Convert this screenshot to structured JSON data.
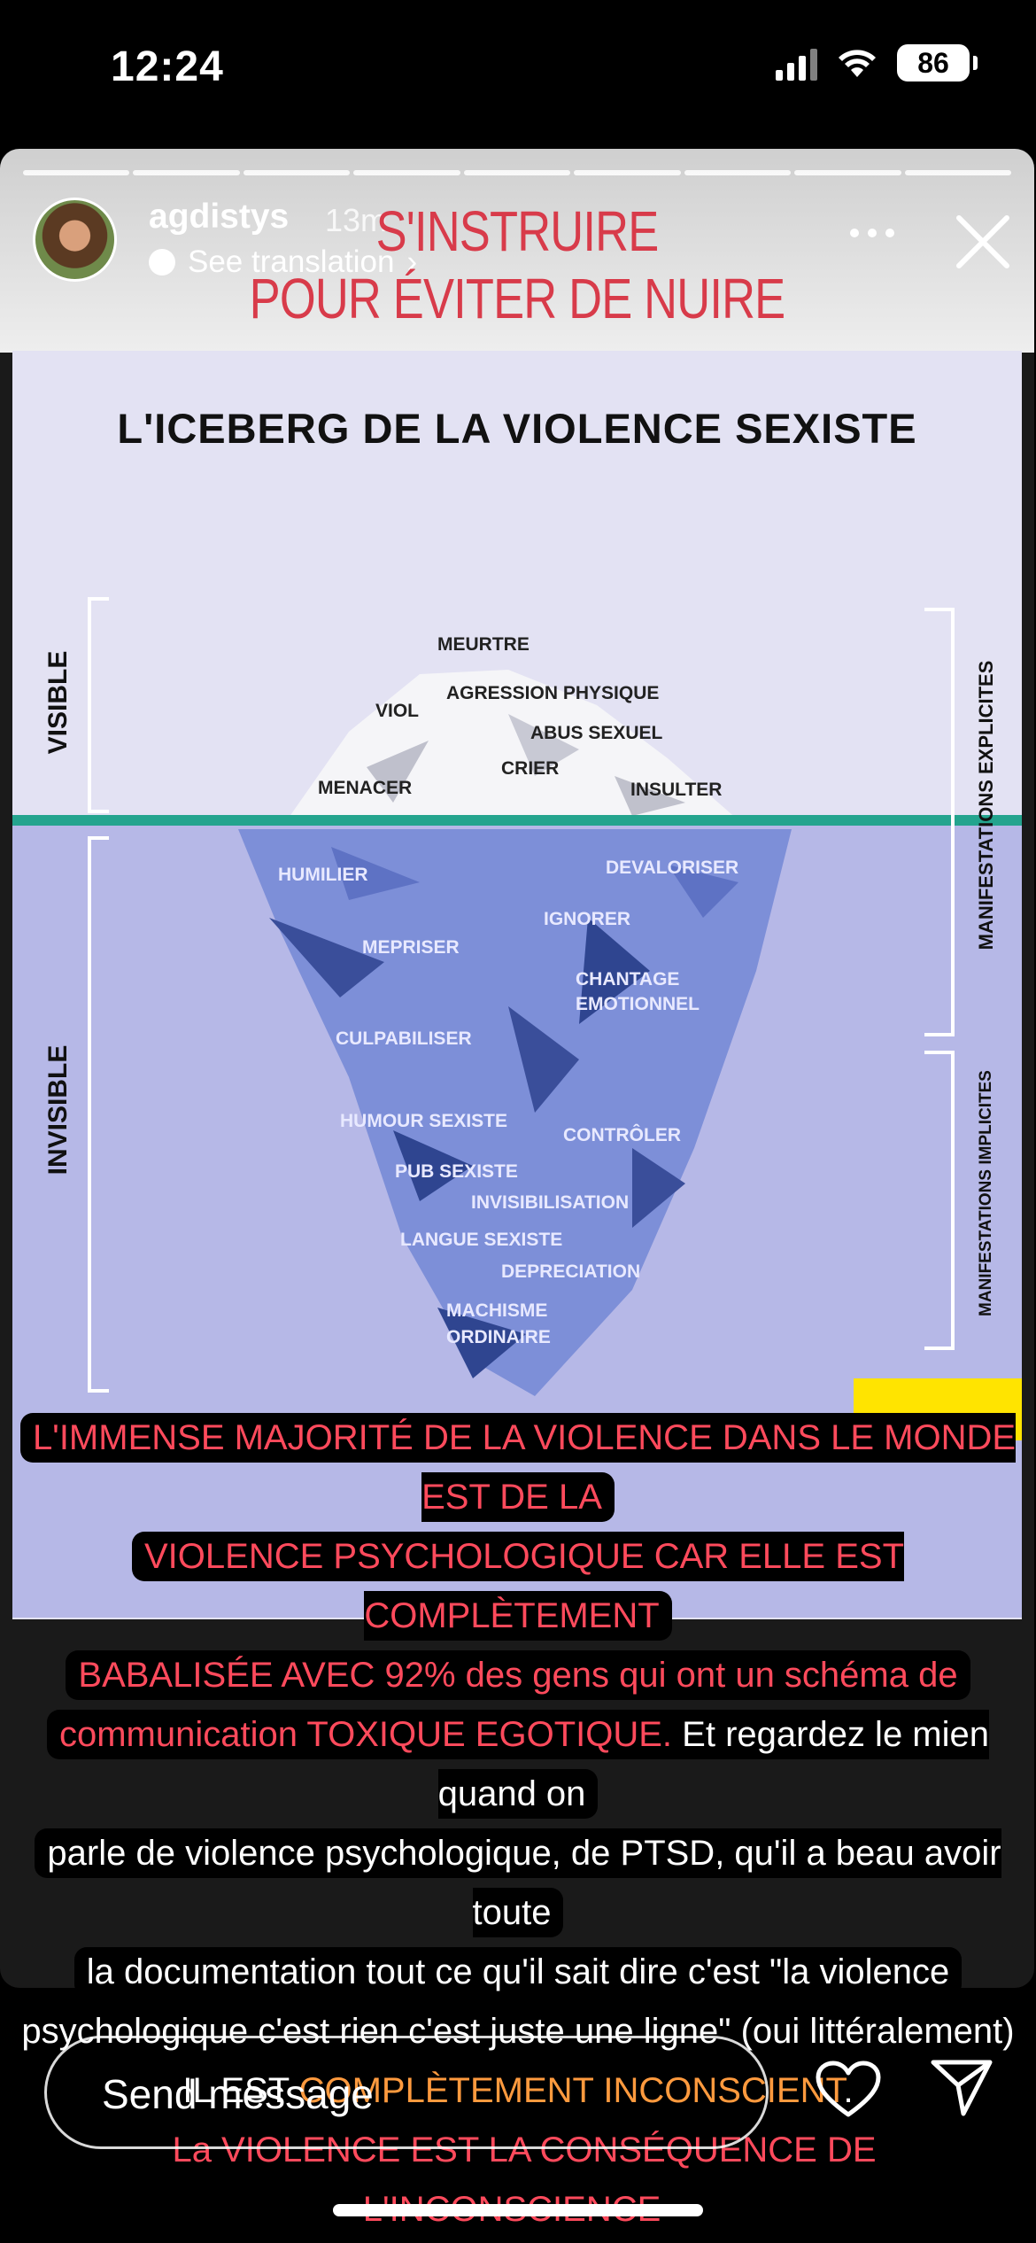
{
  "status_bar": {
    "time": "12:24",
    "battery": "86"
  },
  "story": {
    "username": "agdistys",
    "time_ago": "13m",
    "translate_label": "See translation",
    "headline_1": "S'INSTRUIRE",
    "headline_2": "POUR ÉVITER DE NUIRE",
    "segments": 9
  },
  "iceberg": {
    "title": "L'ICEBERG DE LA VIOLENCE SEXISTE",
    "visible_label": "VISIBLE",
    "invisible_label": "INVISIBLE",
    "explicit_label": "MANIFESTATIONS EXPLICITES",
    "implicit_label": "MANIFESTATIONS IMPLICITES",
    "above_water": [
      "MEURTRE",
      "AGRESSION PHYSIQUE",
      "VIOL",
      "ABUS SEXUEL",
      "CRIER",
      "MENACER",
      "INSULTER"
    ],
    "below_water": [
      "HUMILIER",
      "DEVALORISER",
      "IGNORER",
      "MEPRISER",
      "CHANTAGE",
      "EMOTIONNEL",
      "CULPABILISER",
      "HUMOUR SEXISTE",
      "CONTRÔLER",
      "PUB SEXISTE",
      "INVISIBILISATION",
      "LANGUE SEXISTE",
      "DEPRECIATION",
      "MACHISME",
      "ORDINAIRE"
    ]
  },
  "overlay": {
    "l1": "L'IMMENSE MAJORITÉ DE LA VIOLENCE DANS LE MONDE EST DE LA",
    "l2": "VIOLENCE PSYCHOLOGIQUE CAR ELLE EST COMPLÈTEMENT",
    "l3": "BABALISÉE AVEC 92% des gens qui ont un schéma de",
    "l4a": "communication TOXIQUE EGOTIQUE.",
    "l4b": " Et regardez le mien quand on",
    "l5": "parle de violence psychologique, de PTSD, qu'il a beau avoir toute",
    "l6": "la documentation  tout ce qu'il sait dire c'est \"la violence",
    "l7": "psychologique c'est rien c'est juste une ligne\" (oui littéralement)",
    "l8a": "IL EST ",
    "l8b": "COMPLÈTEMENT INCONSCIENT",
    "l8c": ".",
    "l9": "La VIOLENCE EST LA CONSÉQUENCE DE L'INCONSCIENCE"
  },
  "bottom_bar": {
    "send_placeholder": "Send message"
  },
  "colors": {
    "headline_red": "#d83b4a",
    "overlay_red": "#ff4a5c",
    "overlay_orange": "#ff9a3e",
    "waterline": "#24a48e"
  }
}
